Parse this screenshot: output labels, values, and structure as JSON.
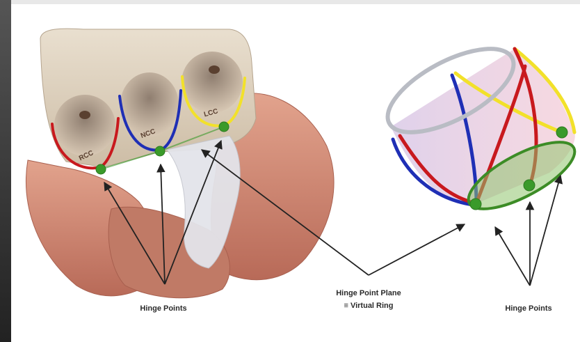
{
  "figure": {
    "cusp_labels": {
      "rcc": "RCC",
      "ncc": "NCC",
      "lcc": "LCC"
    },
    "captions": {
      "hinge_points_left": "Hinge Points",
      "plane_line1": "Hinge Point Plane",
      "plane_line2": "≡ Virtual Ring",
      "hinge_points_right": "Hinge Points"
    },
    "colors": {
      "rcc_curve": "#c8191e",
      "ncc_curve": "#1f2fb5",
      "lcc_curve": "#f2e12a",
      "hinge_point": "#3a9a2a",
      "top_ring": "#b9bcc4",
      "virtual_ring": "#3c8c26",
      "virtual_ring_fill": "#8fc46e",
      "tissue": "#d38e78",
      "aortic_wall": "#ddd0bd"
    }
  }
}
